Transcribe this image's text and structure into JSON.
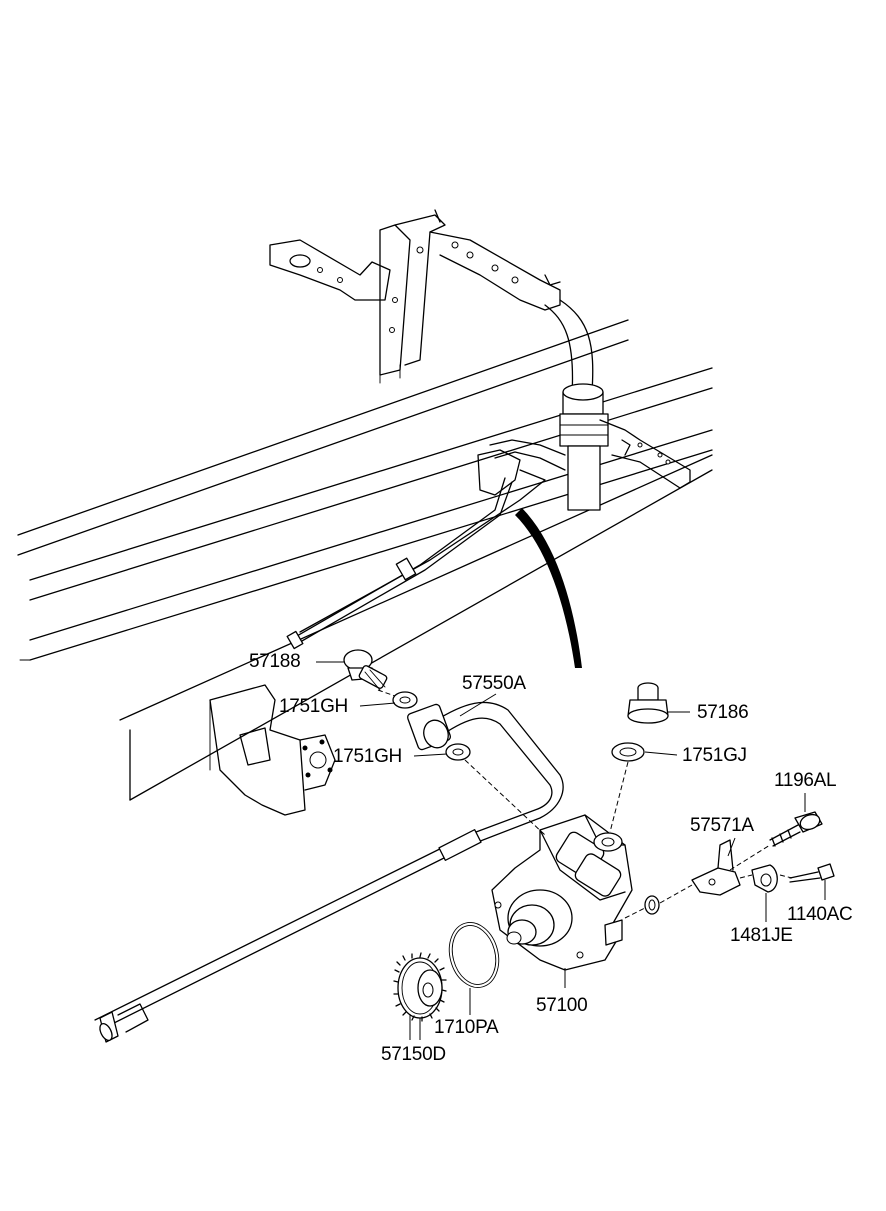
{
  "callouts": {
    "c57188": "57188",
    "c1751GH_a": "1751GH",
    "c1751GH_b": "1751GH",
    "c57550A": "57550A",
    "c57186": "57186",
    "c1751GJ": "1751GJ",
    "c1196AL": "1196AL",
    "c57571A": "57571A",
    "c1140AC": "1140AC",
    "c1481JE": "1481JE",
    "c57100": "57100",
    "c1710PA": "1710PA",
    "c57150D": "57150D"
  }
}
